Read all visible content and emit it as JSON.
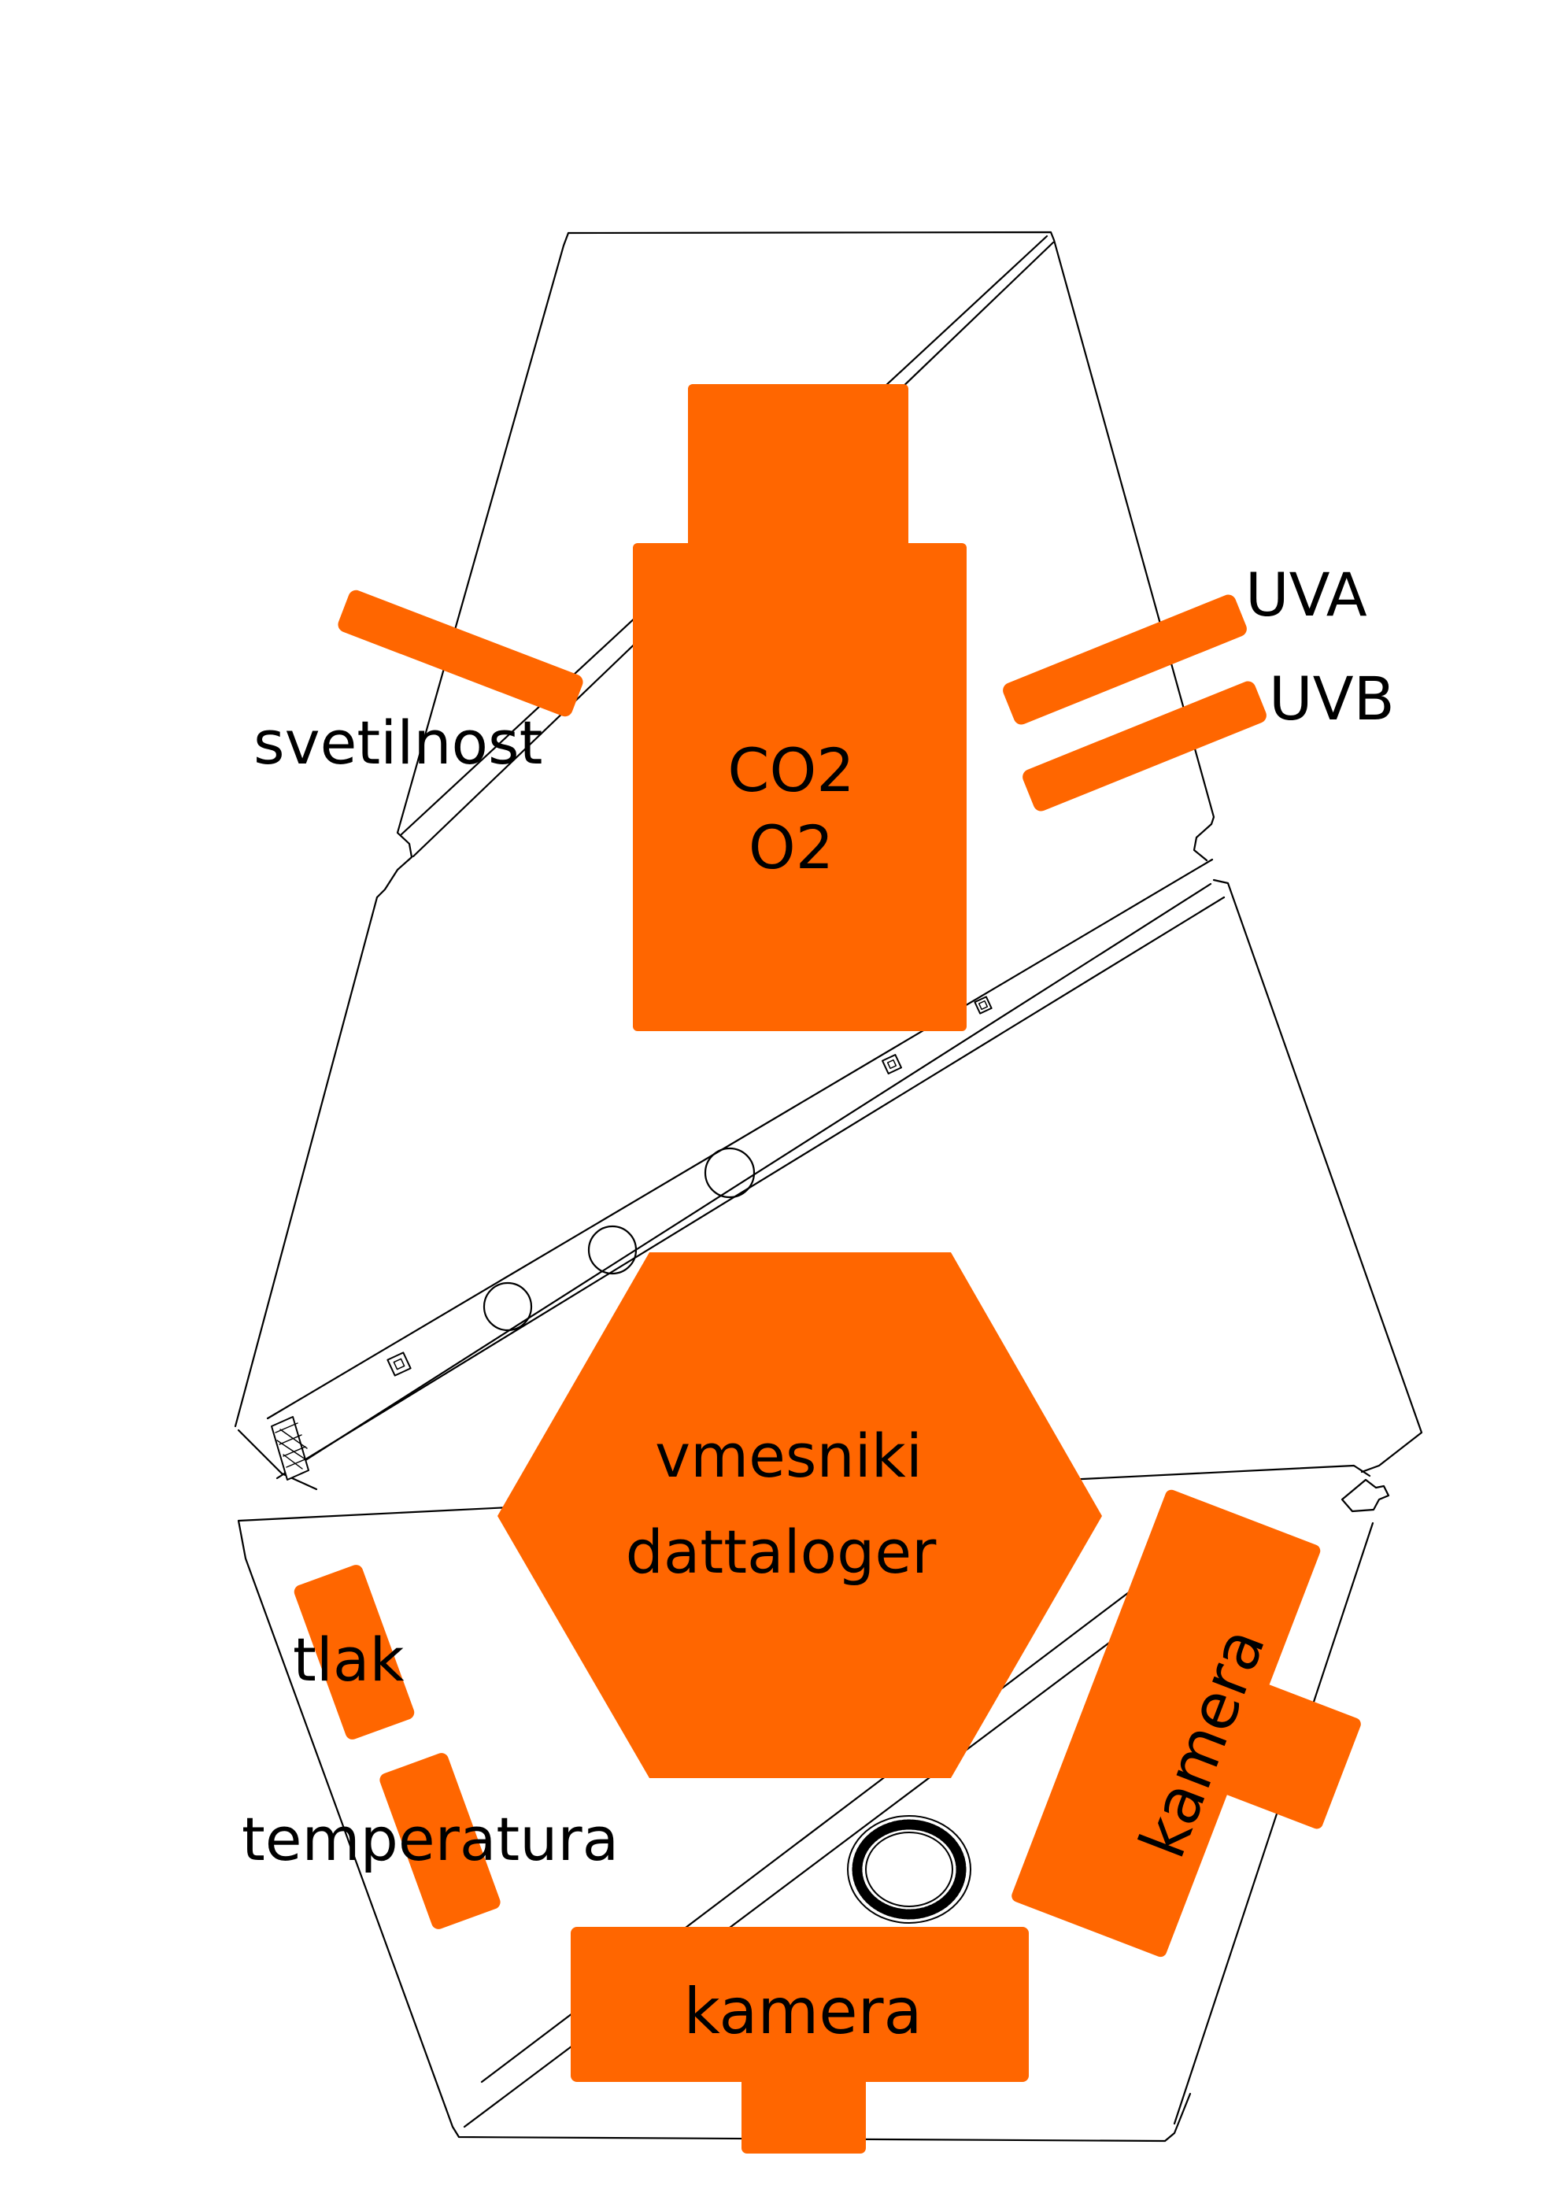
{
  "colors": {
    "component_fill": "#ff6600",
    "outline": "#000000",
    "background": "#ffffff"
  },
  "labels": {
    "gas_sensor_line1": "CO2",
    "gas_sensor_line2": "O2",
    "light_sensor": "svetilnost",
    "uva_sensor": "UVA",
    "uvb_sensor": "UVB",
    "hub_line1": "vmesniki",
    "hub_line2": "dattaloger",
    "pressure_sensor": "tlak",
    "temperature_sensor": "temperatura",
    "side_camera": "kamera",
    "bottom_camera": "kamera"
  }
}
